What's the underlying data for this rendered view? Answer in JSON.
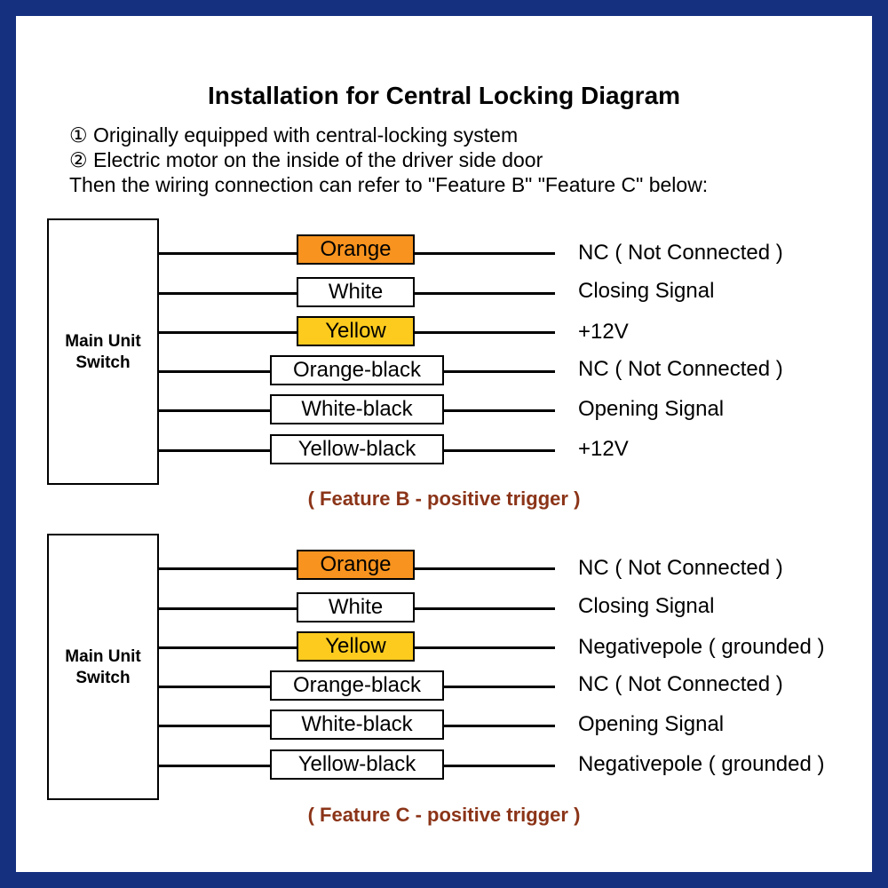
{
  "title": "Installation for Central Locking Diagram",
  "intro": [
    "① Originally equipped with central-locking system",
    "② Electric motor on the inside of the driver side door",
    "Then the wiring connection can refer to \"Feature B\" \"Feature C\" below:"
  ],
  "colors": {
    "border": "#15307f",
    "orange": "#f7931e",
    "yellow": "#fdcb1e",
    "white": "#ffffff",
    "caption": "#8b3418"
  },
  "feature_b": {
    "unit_label_line1": "Main Unit",
    "unit_label_line2": "Switch",
    "caption": "( Feature B - positive trigger )",
    "wires": [
      {
        "color_name": "Orange",
        "function": "NC ( Not Connected )",
        "fill": "#f7931e"
      },
      {
        "color_name": "White",
        "function": "Closing Signal",
        "fill": "#ffffff"
      },
      {
        "color_name": "Yellow",
        "function": "+12V",
        "fill": "#fdcb1e"
      },
      {
        "color_name": "Orange-black",
        "function": "NC ( Not Connected )",
        "fill": "#ffffff"
      },
      {
        "color_name": "White-black",
        "function": "Opening Signal",
        "fill": "#ffffff"
      },
      {
        "color_name": "Yellow-black",
        "function": "+12V",
        "fill": "#ffffff"
      }
    ]
  },
  "feature_c": {
    "unit_label_line1": "Main Unit",
    "unit_label_line2": "Switch",
    "caption": "( Feature C - positive trigger )",
    "wires": [
      {
        "color_name": "Orange",
        "function": "NC ( Not Connected )",
        "fill": "#f7931e"
      },
      {
        "color_name": "White",
        "function": "Closing Signal",
        "fill": "#ffffff"
      },
      {
        "color_name": "Yellow",
        "function": "Negativepole ( grounded )",
        "fill": "#fdcb1e"
      },
      {
        "color_name": "Orange-black",
        "function": "NC ( Not Connected )",
        "fill": "#ffffff"
      },
      {
        "color_name": "White-black",
        "function": "Opening Signal",
        "fill": "#ffffff"
      },
      {
        "color_name": "Yellow-black",
        "function": "Negativepole ( grounded )",
        "fill": "#ffffff"
      }
    ]
  }
}
